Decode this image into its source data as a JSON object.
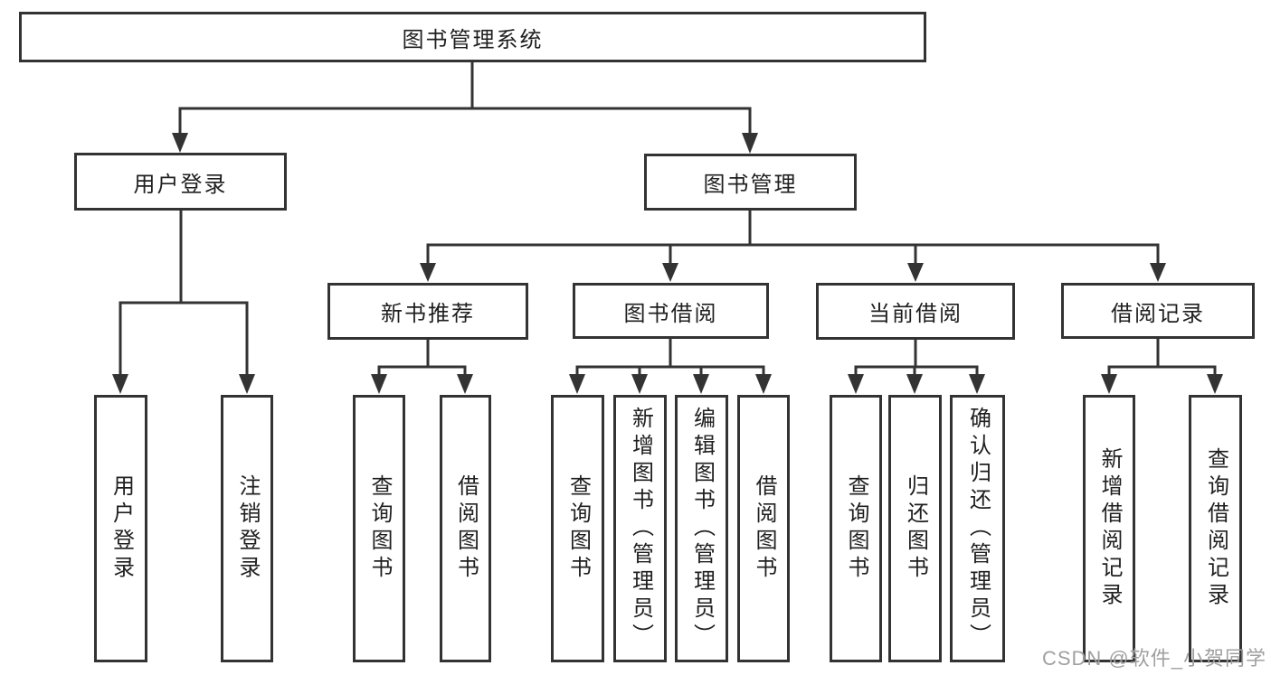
{
  "diagram": {
    "type": "hierarchy-tree",
    "title": "图书管理系统",
    "hierarchy": {
      "图书管理系统": {
        "用户登录": [
          "用户登录",
          "注销登录"
        ],
        "图书管理": {
          "新书推荐": [
            "查询图书",
            "借阅图书"
          ],
          "图书借阅": [
            "查询图书",
            "新增图书（管理员）",
            "编辑图书（管理员）",
            "借阅图书"
          ],
          "当前借阅": [
            "查询图书",
            "归还图书",
            "确认归还（管理员）"
          ],
          "借阅记录": [
            "新增借阅记录",
            "查询借阅记录"
          ]
        }
      }
    }
  },
  "nodes": {
    "root": {
      "label": "图书管理系统"
    },
    "user_login": {
      "label": "用户登录"
    },
    "book_mgmt": {
      "label": "图书管理"
    },
    "new_books": {
      "label": "新书推荐"
    },
    "book_borrow": {
      "label": "图书借阅"
    },
    "current_borrow": {
      "label": "当前借阅"
    },
    "borrow_records": {
      "label": "借阅记录"
    },
    "ul_login": {
      "label": "用户登录"
    },
    "ul_logout": {
      "label": "注销登录"
    },
    "nb_query": {
      "label": "查询图书"
    },
    "nb_borrow": {
      "label": "借阅图书"
    },
    "bb_query": {
      "label": "查询图书"
    },
    "bb_add": {
      "label": "新增图书（管理员）"
    },
    "bb_edit": {
      "label": "编辑图书（管理员）"
    },
    "bb_borrow": {
      "label": "借阅图书"
    },
    "cb_query": {
      "label": "查询图书"
    },
    "cb_return": {
      "label": "归还图书"
    },
    "cb_confirm": {
      "label": "确认归还（管理员）"
    },
    "br_add": {
      "label": "新增借阅记录"
    },
    "br_query": {
      "label": "查询借阅记录"
    }
  },
  "watermark": {
    "text": "CSDN @软件_小贺同学"
  },
  "colors": {
    "line": "#333333",
    "box_border": "#333333",
    "text": "#1f1f1f",
    "watermark": "#a0a0a0",
    "background": "#ffffff"
  }
}
